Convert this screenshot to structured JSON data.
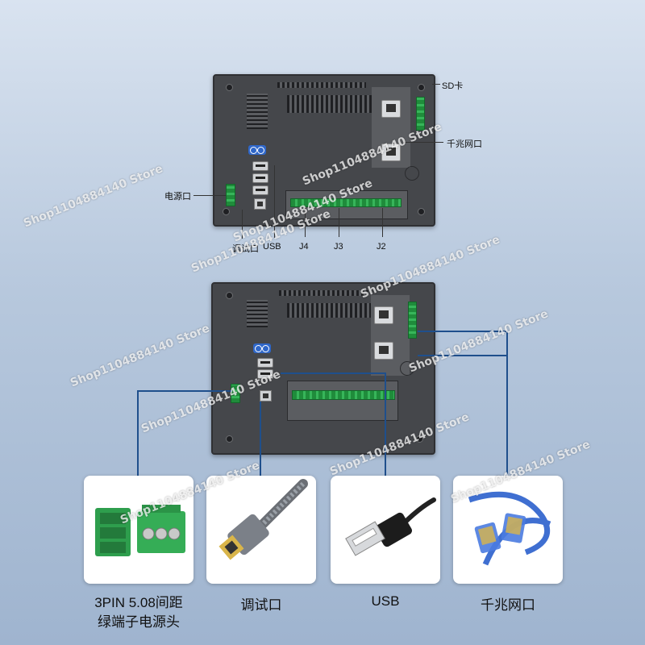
{
  "labels": {
    "sd_card": "SD卡",
    "gigabit_port": "千兆网口",
    "power_port": "电源口",
    "debug_port": "调试口",
    "usb": "USB",
    "j4": "J4",
    "j3": "J3",
    "j2": "J2"
  },
  "watermark": "Shop1104884140 Store",
  "captions": {
    "terminal_line1": "3PIN 5.08间距",
    "terminal_line2": "绿端子电源头",
    "debug": "调试口",
    "usb": "USB",
    "ethernet": "千兆网口"
  },
  "icons": [
    "sd-card-slot-icon",
    "rj45-port-icon",
    "usb-a-port-icon",
    "usb-b-port-icon",
    "terminal-block-icon",
    "brand-logo-icon",
    "power-connector-icon",
    "usb-b-cable-icon",
    "usb-a-cable-icon",
    "ethernet-cable-icon"
  ],
  "colors": {
    "panel": "#45474b",
    "terminal_green": "#2e9e4d",
    "leader_line": "#1f4f8c",
    "cable_blue": "#3f6fd1"
  }
}
